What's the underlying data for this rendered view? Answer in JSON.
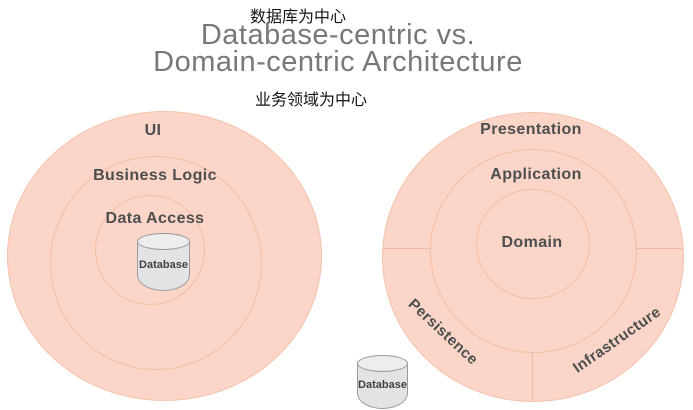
{
  "header": {
    "chinese_top": "数据库为中心",
    "title_line1": "Database-centric vs.",
    "title_line2": "Domain-centric Architecture",
    "chinese_bottom": "业务领域为中心"
  },
  "left_diagram": {
    "rings": [
      {
        "label": "UI"
      },
      {
        "label": "Business Logic"
      },
      {
        "label": "Data Access"
      }
    ],
    "database_label": "Database"
  },
  "right_diagram": {
    "rings": [
      {
        "label": "Presentation"
      },
      {
        "label": "Application"
      },
      {
        "label": "Domain"
      }
    ],
    "segments": [
      {
        "label": "Persistence"
      },
      {
        "label": "Infrastructure"
      }
    ],
    "database_label": "Database"
  },
  "colors": {
    "circle_fill": "#fbd5c7",
    "circle_stroke": "#f4bda4",
    "title_gray": "#77787b",
    "label_dark": "#4d4e50",
    "cylinder_fill": "#e3e3e5",
    "cylinder_top_fill": "#ededee",
    "cylinder_stroke": "#9b9b9d"
  }
}
